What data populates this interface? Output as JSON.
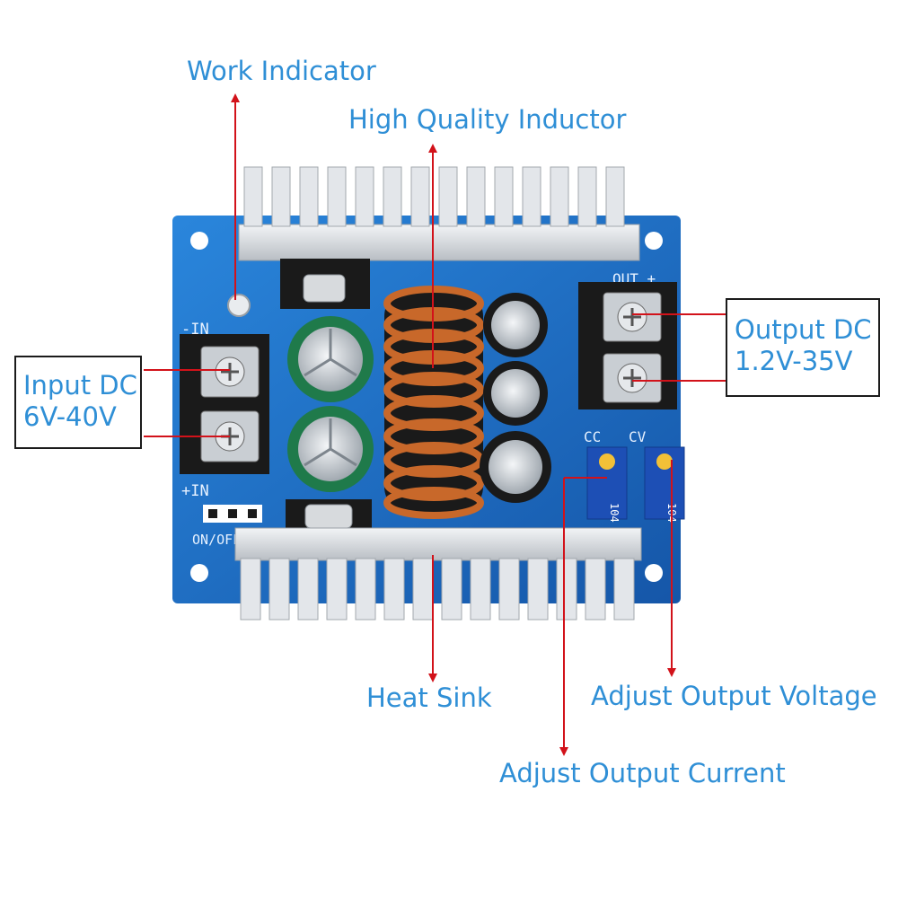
{
  "labels": {
    "work_indicator": "Work Indicator",
    "high_quality_inductor": "High Quality Inductor",
    "heat_sink": "Heat Sink",
    "adjust_output_voltage": "Adjust Output Voltage",
    "adjust_output_current": "Adjust Output Current",
    "input_dc_title": "Input DC",
    "input_dc_range": "6V-40V",
    "output_dc_title": "Output DC",
    "output_dc_range": "1.2V-35V"
  },
  "board_markings": {
    "out_plus": "OUT +",
    "minus_in": "-IN",
    "plus_in": "+IN",
    "on_off": "ON/OFF",
    "cc": "CC",
    "cv": "CV",
    "pot_code": "104"
  },
  "colors": {
    "label_text": "#2f8fd6",
    "pointer_line": "#d2121a",
    "box_border": "#1b1b1b",
    "pcb": "#1d6fc9",
    "heatsink": "#d9dde2",
    "inductor_copper": "#c8682a",
    "cap_green": "#1f7a4a",
    "cap_black": "#1a1a1a",
    "terminal_black": "#1a1a1a"
  }
}
